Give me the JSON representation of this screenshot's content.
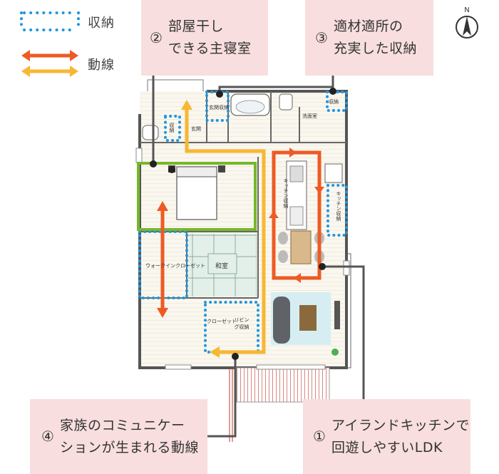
{
  "legend": {
    "storage_label": "収納",
    "flow_label": "動線"
  },
  "compass": {
    "letter": "N"
  },
  "callouts": [
    {
      "id": "c2",
      "number": "②",
      "text": "部屋干し\nできる主寝室"
    },
    {
      "id": "c3",
      "number": "③",
      "text": "適材適所の\n充実した収納"
    },
    {
      "id": "c4",
      "number": "④",
      "text": "家族のコミュニケー\nションが生まれる動線"
    },
    {
      "id": "c1",
      "number": "①",
      "text": "アイランドキッチンで\n回遊しやすいLDK"
    }
  ],
  "rooms": {
    "entrance_storage": "玄関収納",
    "entrance": "玄関",
    "storage_small": "収納",
    "washroom": "洗面室",
    "storage_wash": "収納",
    "kitchen_storage": "キッチン収納",
    "kitchen_storage_right": "キッチン収納",
    "walk_in_closet": "ウォークインクローゼット",
    "japanese_room": "和室",
    "closet": "クローゼット",
    "living_storage": "リビング収納"
  },
  "colors": {
    "storage_dots": "#2196e0",
    "flow_red": "#ee5a24",
    "flow_orange": "#f7b731",
    "bedroom_frame": "#76b82a",
    "callout_bg": "#f8dede",
    "leader_line": "#555555"
  }
}
